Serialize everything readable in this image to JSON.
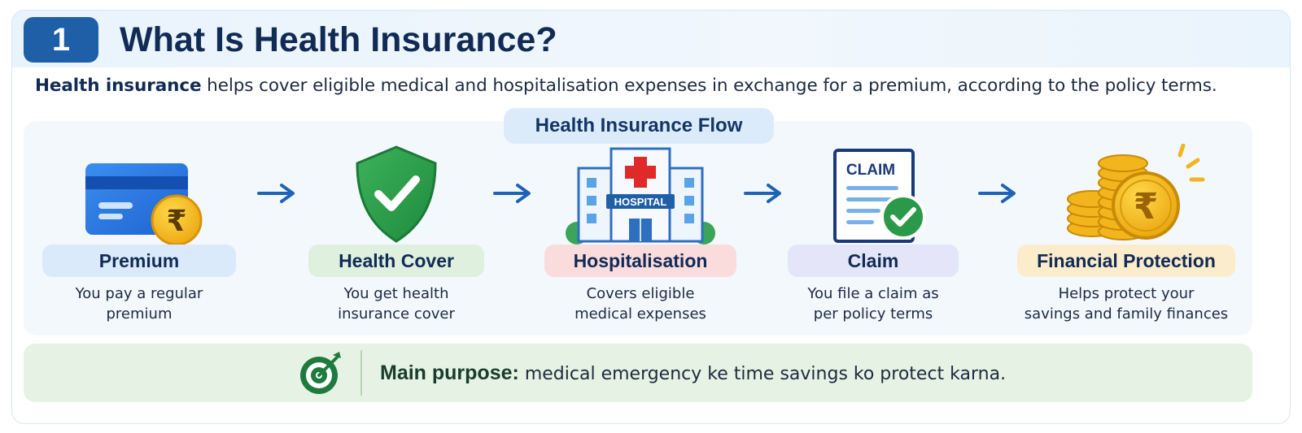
{
  "header": {
    "step_number": "1",
    "title": "What Is Health Insurance?"
  },
  "intro": {
    "bold": "Health insurance",
    "rest": " helps cover eligible medical and hospitalisation expenses in exchange for a premium, according to the policy terms."
  },
  "flow": {
    "title": "Health Insurance Flow",
    "steps": [
      {
        "label": "Premium",
        "desc_line1": "You pay a regular",
        "desc_line2": "premium",
        "icon": "credit-card-rupee-icon",
        "pill_color": "#dbeafa"
      },
      {
        "label": "Health Cover",
        "desc_line1": "You get health",
        "desc_line2": "insurance cover",
        "icon": "shield-check-icon",
        "pill_color": "#dff0df"
      },
      {
        "label": "Hospitalisation",
        "desc_line1": "Covers eligible",
        "desc_line2": "medical expenses",
        "icon": "hospital-icon",
        "pill_color": "#fadcdc",
        "sign": "HOSPITAL"
      },
      {
        "label": "Claim",
        "desc_line1": "You file a claim as",
        "desc_line2": "per policy terms",
        "icon": "claim-document-icon",
        "pill_color": "#e4e5f8",
        "doc_title": "CLAIM"
      },
      {
        "label": "Financial Protection",
        "desc_line1": "Helps protect your",
        "desc_line2": "savings and family finances",
        "icon": "rupee-coins-icon",
        "pill_color": "#fbeccb"
      }
    ]
  },
  "purpose": {
    "label": "Main purpose:",
    "text": " medical emergency ke time savings ko protect karna.",
    "icon": "target-icon"
  },
  "colors": {
    "brand_blue": "#1e5fa8",
    "navy_text": "#112b55",
    "arrow_blue": "#1f63b6",
    "shield_green": "#2a9a4a",
    "coin_gold": "#f2b51e",
    "cross_red": "#e02a2a"
  }
}
